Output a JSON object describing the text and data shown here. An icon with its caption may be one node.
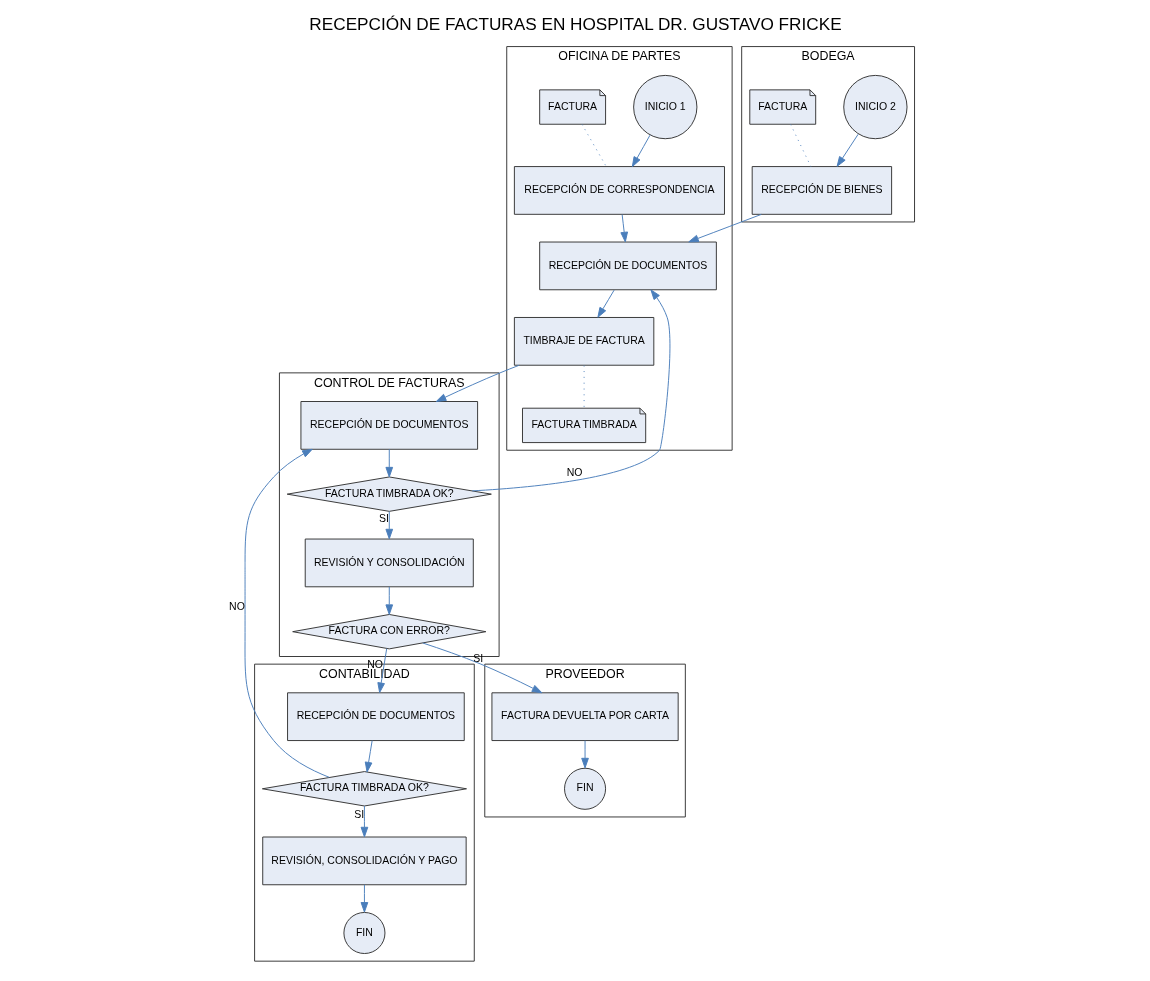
{
  "diagram": {
    "title": "RECEPCIÓN DE FACTURAS EN HOSPITAL DR. GUSTAVO FRICKE",
    "nodes": [
      {
        "text": [
          "OFICINA DE PARTES"
        ]
      },
      {
        "text": [
          "BODEGA"
        ]
      },
      {
        "text": [
          "CONTROL DE FACTURAS"
        ]
      },
      {
        "text": [
          "CONTABILIDAD"
        ]
      },
      {
        "text": [
          "PROVEEDOR"
        ]
      },
      {
        "text": [
          "INICIO 1"
        ],
        "in": 0
      },
      {
        "text": [
          "FACTURA"
        ],
        "in": 0
      },
      {
        "text": [
          "RECEPCIÓN DE CORRESPONDENCIA"
        ],
        "in": 0
      },
      {
        "text": [
          "RECEPCIÓN DE DOCUMENTOS"
        ],
        "in": 0
      },
      {
        "text": [
          "TIMBRAJE DE FACTURA"
        ],
        "in": 0
      },
      {
        "text": [
          "FACTURA TIMBRADA"
        ],
        "in": 0
      },
      {
        "text": [
          "INICIO 2"
        ],
        "in": 1
      },
      {
        "text": [
          "FACTURA"
        ],
        "in": 1
      },
      {
        "text": [
          "RECEPCIÓN DE BIENES"
        ],
        "in": 1
      },
      {
        "text": [
          "RECEPCIÓN DE DOCUMENTOS"
        ],
        "in": 2
      },
      {
        "text": [
          "FACTURA TIMBRADA OK?"
        ],
        "in": 2
      },
      {
        "text": [
          "REVISIÓN Y CONSOLIDACIÓN"
        ],
        "in": 2
      },
      {
        "text": [
          "FACTURA CON ERROR?"
        ],
        "in": 2
      },
      {
        "text": [
          "RECEPCIÓN DE DOCUMENTOS"
        ],
        "in": 3
      },
      {
        "text": [
          "FACTURA TIMBRADA OK?"
        ],
        "in": 3
      },
      {
        "text": [
          "REVISIÓN, CONSOLIDACIÓN Y PAGO"
        ],
        "in": 3
      },
      {
        "text": [
          "FIN"
        ],
        "in": 3
      },
      {
        "text": [
          "FACTURA DEVUELTA POR CARTA"
        ],
        "in": 4
      },
      {
        "text": [
          "FIN"
        ],
        "in": 4
      }
    ],
    "edges": [
      {
        "from": 5,
        "to": 7,
        "arrow": "to"
      },
      {
        "from": 6,
        "to": 7,
        "arrow": "none",
        "style": "dashed"
      },
      {
        "from": 7,
        "to": 8,
        "arrow": "to"
      },
      {
        "from": 8,
        "to": 9,
        "arrow": "to"
      },
      {
        "from": 9,
        "to": 10,
        "arrow": "none",
        "style": "dashed"
      },
      {
        "from": 11,
        "to": 13,
        "arrow": "to"
      },
      {
        "from": 12,
        "to": 13,
        "arrow": "none",
        "style": "dashed"
      },
      {
        "from": 13,
        "to": 8,
        "arrow": "to"
      },
      {
        "from": 9,
        "to": 14,
        "arrow": "to"
      },
      {
        "from": 14,
        "to": 15,
        "arrow": "to"
      },
      {
        "from": 15,
        "to": 8,
        "arrow": "to",
        "label": "NO"
      },
      {
        "from": 15,
        "to": 16,
        "arrow": "to",
        "label": "SI"
      },
      {
        "from": 16,
        "to": 17,
        "arrow": "to"
      },
      {
        "from": 17,
        "to": 18,
        "arrow": "to",
        "label": "NO"
      },
      {
        "from": 17,
        "to": 22,
        "arrow": "to",
        "label": "SI"
      },
      {
        "from": 18,
        "to": 19,
        "arrow": "to"
      },
      {
        "from": 19,
        "to": 14,
        "arrow": "to",
        "label": "NO"
      },
      {
        "from": 19,
        "to": 20,
        "arrow": "to",
        "label": "SI"
      },
      {
        "from": 20,
        "to": 21,
        "arrow": "to"
      },
      {
        "from": 22,
        "to": 23,
        "arrow": "to"
      }
    ]
  }
}
